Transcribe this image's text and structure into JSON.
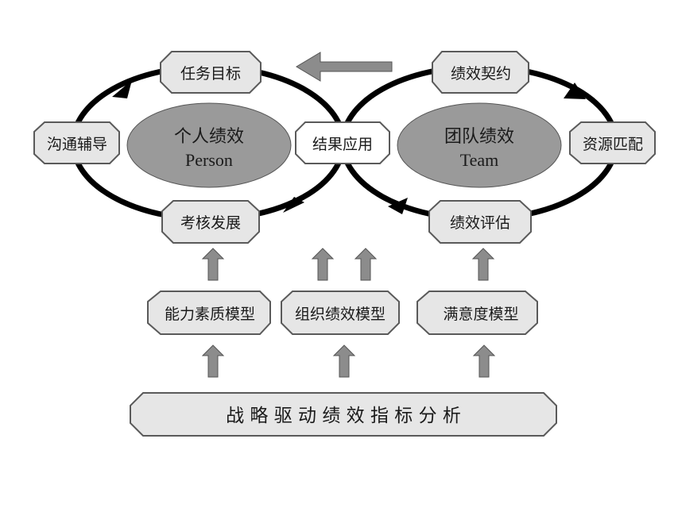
{
  "colors": {
    "node_fill": "#e6e6e6",
    "node_stroke": "#5a5a5a",
    "highlight_node_fill": "#ffffff",
    "center_fill": "#9a9a9a",
    "arrow_fill": "#8c8c8c",
    "loop_stroke": "#000000"
  },
  "left_loop": {
    "center": {
      "title": "个人绩效",
      "subtitle": "Person"
    },
    "nodes": {
      "top": "任务目标",
      "left": "沟通辅导",
      "bottom": "考核发展"
    },
    "direction": "counter-clockwise"
  },
  "right_loop": {
    "center": {
      "title": "团队绩效",
      "subtitle": "Team"
    },
    "nodes": {
      "top": "绩效契约",
      "right": "资源匹配",
      "bottom": "绩效评估"
    },
    "direction": "clockwise"
  },
  "shared_node": "结果应用",
  "top_arrow": {
    "direction": "left"
  },
  "models": [
    {
      "label": "能力素质模型"
    },
    {
      "label": "组织绩效模型"
    },
    {
      "label": "满意度模型"
    }
  ],
  "foundation": {
    "label": "战 略 驱 动 绩 效 指 标 分 析"
  },
  "upward_arrows": {
    "to_loops": 4,
    "to_models": 3
  }
}
